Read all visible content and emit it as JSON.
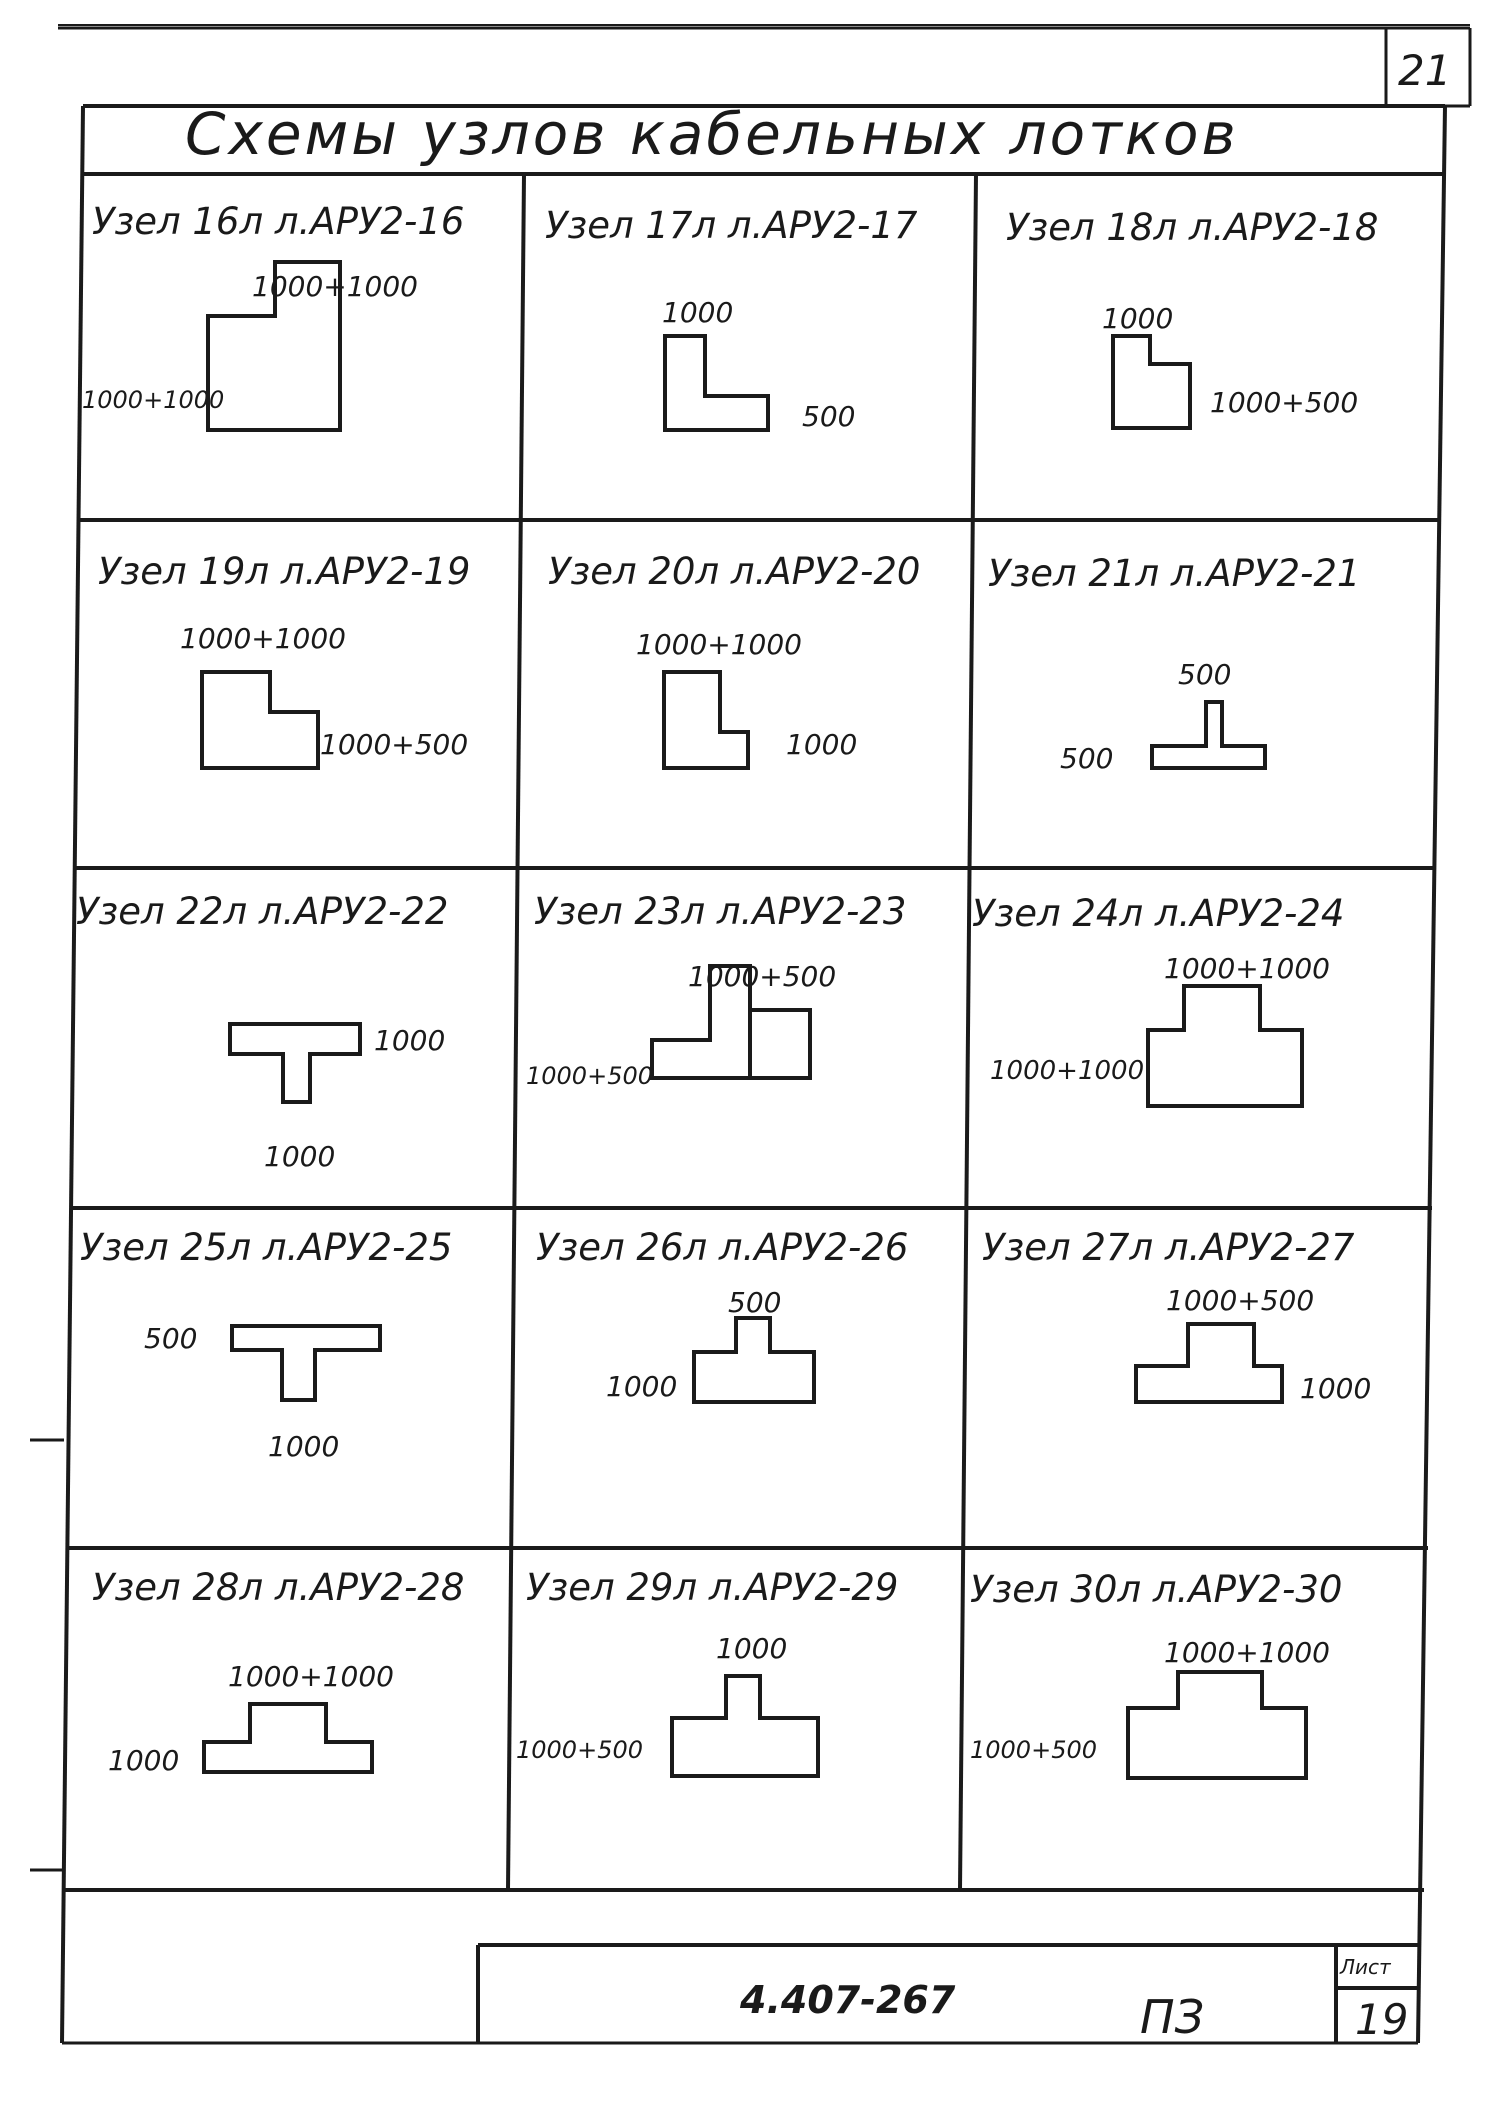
{
  "page_number": "21",
  "title": "Схемы узлов кабельных лотков",
  "nodes": [
    {
      "title": "Узел 16л л.АРУ2-16",
      "dims": [
        "1000+1000",
        "1000+1000"
      ]
    },
    {
      "title": "Узел 17л л.АРУ2-17",
      "dims": [
        "1000",
        "500"
      ]
    },
    {
      "title": "Узел 18л л.АРУ2-18",
      "dims": [
        "1000",
        "1000+500"
      ]
    },
    {
      "title": "Узел 19л л.АРУ2-19",
      "dims": [
        "1000+1000",
        "1000+500"
      ]
    },
    {
      "title": "Узел 20л л.АРУ2-20",
      "dims": [
        "1000+1000",
        "1000"
      ]
    },
    {
      "title": "Узел 21л л.АРУ2-21",
      "dims": [
        "500",
        "500"
      ]
    },
    {
      "title": "Узел 22л л.АРУ2-22",
      "dims": [
        "1000",
        "1000"
      ]
    },
    {
      "title": "Узел 23л л.АРУ2-23",
      "dims": [
        "1000+500",
        "1000+500"
      ]
    },
    {
      "title": "Узел 24л л.АРУ2-24",
      "dims": [
        "1000+1000",
        "1000+1000"
      ]
    },
    {
      "title": "Узел 25л л.АРУ2-25",
      "dims": [
        "500",
        "1000"
      ]
    },
    {
      "title": "Узел 26л л.АРУ2-26",
      "dims": [
        "500",
        "1000"
      ]
    },
    {
      "title": "Узел 27л л.АРУ2-27",
      "dims": [
        "1000+500",
        "1000"
      ]
    },
    {
      "title": "Узел 28л л.АРУ2-28",
      "dims": [
        "1000+1000",
        "1000"
      ]
    },
    {
      "title": "Узел 29л л.АРУ2-29",
      "dims": [
        "1000",
        "1000+500"
      ]
    },
    {
      "title": "Узел 30л л.АРУ2-30",
      "dims": [
        "1000+1000",
        "1000+500"
      ]
    }
  ],
  "stamp": {
    "code": "4.407-267",
    "document": "ПЗ",
    "sheet_label": "Лист",
    "sheet_number": "19"
  }
}
